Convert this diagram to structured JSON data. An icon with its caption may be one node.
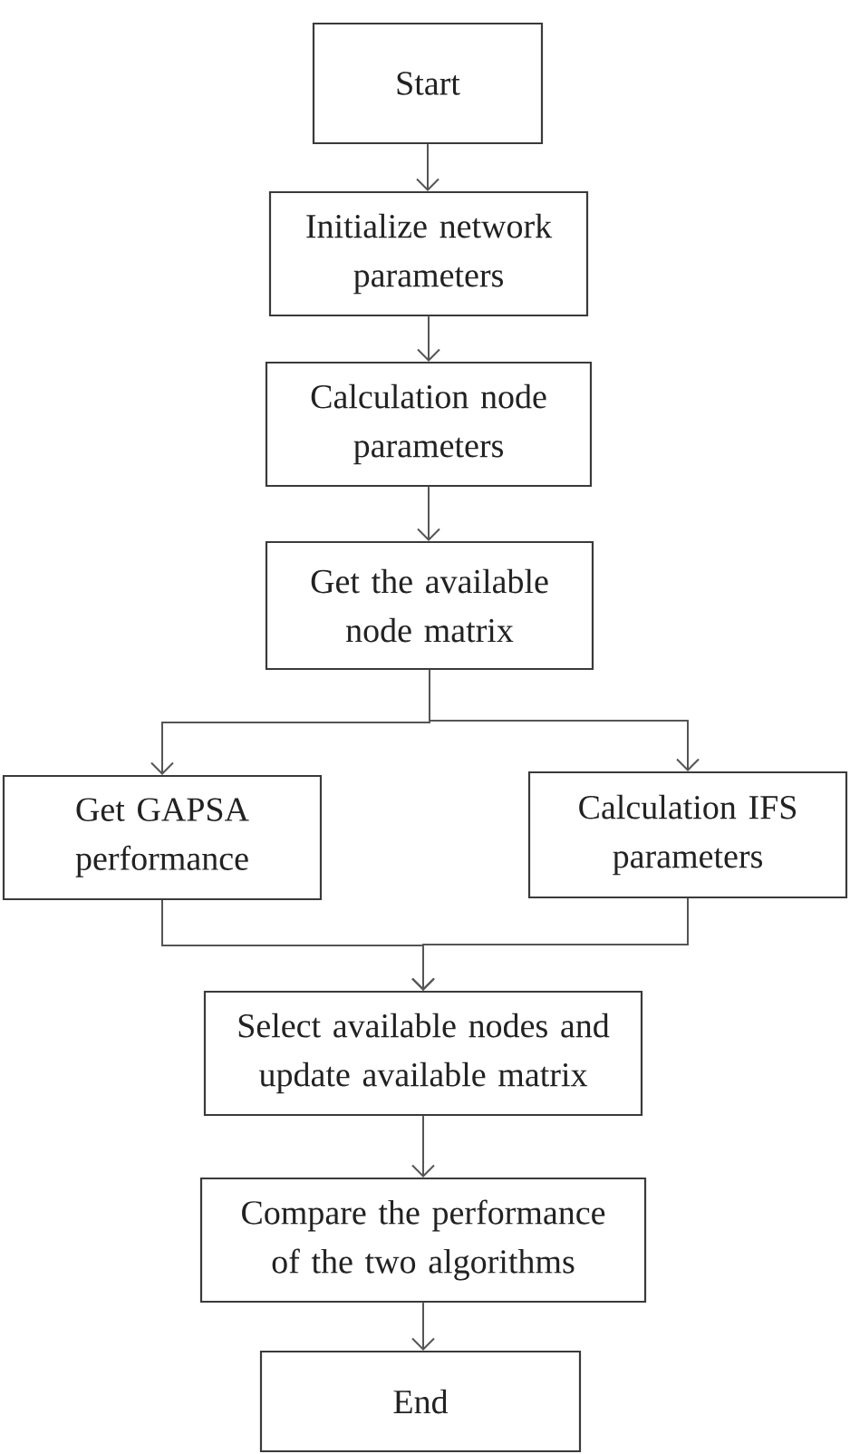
{
  "diagram": {
    "nodes": [
      {
        "text": [
          "Start"
        ]
      },
      {
        "text": [
          "Initialize network parameters"
        ]
      },
      {
        "text": [
          "Calculation node parameters"
        ]
      },
      {
        "text": [
          "Get the available node matrix"
        ]
      },
      {
        "text": [
          "Get GAPSA performance"
        ]
      },
      {
        "text": [
          "Calculation IFS parameters"
        ]
      },
      {
        "text": [
          "Select available nodes and update available matrix"
        ]
      },
      {
        "text": [
          "Compare the performance of the two algorithms"
        ]
      },
      {
        "text": [
          "End"
        ]
      }
    ],
    "edges": [
      {
        "from": 0,
        "to": 1,
        "arrow": "to"
      },
      {
        "from": 1,
        "to": 2,
        "arrow": "to"
      },
      {
        "from": 2,
        "to": 3,
        "arrow": "to"
      },
      {
        "from": 3,
        "to": 4,
        "arrow": "to"
      },
      {
        "from": 3,
        "to": 5,
        "arrow": "to"
      },
      {
        "from": 4,
        "to": 6,
        "arrow": "to"
      },
      {
        "from": 5,
        "to": 6,
        "arrow": "to"
      },
      {
        "from": 6,
        "to": 7,
        "arrow": "to"
      },
      {
        "from": 7,
        "to": 8,
        "arrow": "to"
      }
    ]
  }
}
